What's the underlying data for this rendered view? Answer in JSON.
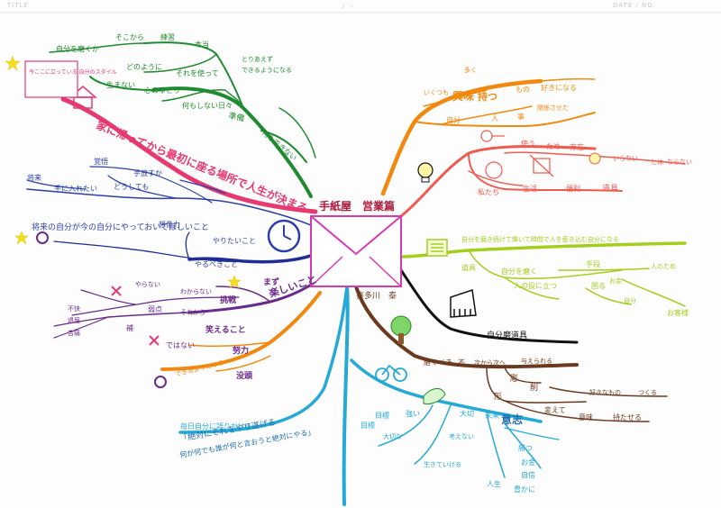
{
  "header": {
    "left": "TITLE",
    "middle": "/ ・",
    "right": "DATE / NO."
  },
  "center": {
    "title": "手紙屋　営業篇",
    "subtitle": "喜多川　泰"
  },
  "colors": {
    "red": "#e53970",
    "green": "#1f8a2e",
    "orange": "#f2890f",
    "salmon": "#ef5a4f",
    "lime": "#a3cf1c",
    "brown": "#6b3a1e",
    "cyan": "#25a9d6",
    "navy": "#2a3fa8",
    "purple": "#6a2a8a",
    "envelope": "#d63ab3",
    "gold": "#f5b21c",
    "yellow": "#f5dd1c"
  },
  "branches": {
    "home": {
      "main": "家に帰ってから最初に座る場所で人生が決まる",
      "sub": [
        "準備",
        "何もしない日々",
        "何もできない"
      ],
      "leaves": [
        "そこから",
        "練習",
        "本当",
        "自分を磨くか",
        "どのように",
        "それを使って",
        "とりあえず",
        "できるようになる",
        "生まない",
        "心のゆとり"
      ],
      "note": "今ここに立っている 自分のスタイル"
    },
    "shinjou": {
      "main": "将来の自分が今の自分にやっておいてほしいこと",
      "sub": [
        "やりたいこと",
        "やるべきこと",
        "想像力"
      ],
      "leaves": [
        "将来",
        "覚悟",
        "手に入れたい",
        "どうしても",
        "手放すか"
      ]
    },
    "tanoshii": {
      "main": "楽しいこと",
      "sub": [
        "まず",
        "挑戦",
        "笑えること",
        "努力",
        "没頭"
      ],
      "leaves": [
        "やらない",
        "わからない",
        "弱点",
        "それから",
        "補",
        "不快",
        "退屈",
        "苦痛",
        "ではない",
        "できるようになる"
      ]
    },
    "kyoumi": {
      "main": "興味",
      "sub": [
        "持つ",
        "もの"
      ],
      "leaves": [
        "いくつも",
        "多く",
        "好きになる",
        "自分",
        "人",
        "事",
        "関係させた"
      ]
    },
    "dougu": {
      "main": "道具",
      "sub": [
        "使う",
        "ため",
        "存在"
      ],
      "leaves": [
        "私たち",
        "生活",
        "便利",
        "いらない",
        "とは",
        "ならない"
      ]
    },
    "migaku": {
      "main": "自分を磨く",
      "sub": [
        "自分を磨き続けて輝いて時間で人を惹き込む自分になる",
        "人の役に立つ"
      ],
      "leaves": [
        "道具",
        "手段",
        "お金",
        "人のため",
        "困る",
        "自分",
        "お客様"
      ]
    },
    "migakubeki": {
      "main": "自分磨道具",
      "sub": [
        "磨くべき",
        "不",
        "次から次へ",
        "与えられる"
      ],
      "leaves": [
        "形",
        "削",
        "彫",
        "変えて",
        "好きなもの",
        "つくる",
        "意味",
        "持たせる"
      ]
    },
    "ishi": {
      "main": "意志",
      "sub": [
        "大切",
        "強い",
        "目標",
        "未来"
      ],
      "leaves": [
        "勝つ",
        "お金",
        "自信",
        "人生",
        "豊かに",
        "生きていける",
        "考えない",
        "大切な",
        "目標"
      ]
    },
    "kotoba": {
      "main": "毎日自分に語りかける",
      "lines": [
        "「絶対にそれをやり遂げる",
        "何が何でも誰が何と言おうと絶対にやる」"
      ]
    }
  },
  "icons": [
    "house-icon",
    "clock-icon",
    "bicycle-icon",
    "tree-icon",
    "piano-icon",
    "book-icon",
    "lightbulb-icon",
    "hairdryer-icon",
    "japan-map-icon",
    "star-icon"
  ]
}
